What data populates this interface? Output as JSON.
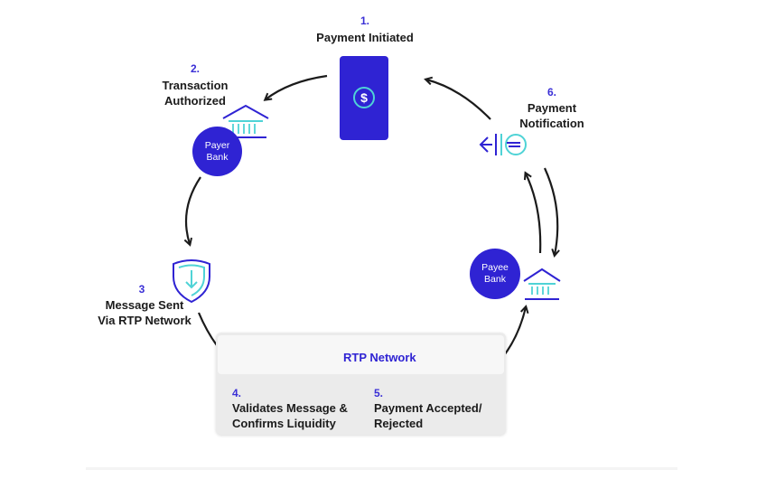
{
  "steps": {
    "s1": {
      "num": "1.",
      "label": "Payment Initiated"
    },
    "s2": {
      "num": "2.",
      "label_line1": "Transaction",
      "label_line2": "Authorized"
    },
    "s3": {
      "num": "3",
      "label_line1": "Message Sent",
      "label_line2": "Via RTP Network"
    },
    "s4": {
      "num": "4.",
      "label_line1": "Validates Message &",
      "label_line2": "Confirms Liquidity"
    },
    "s5": {
      "num": "5.",
      "label_line1": "Payment Accepted/",
      "label_line2": "Rejected"
    },
    "s6": {
      "num": "6.",
      "label_line1": "Payment",
      "label_line2": "Notification"
    }
  },
  "payer_bank": {
    "line1": "Payer",
    "line2": "Bank"
  },
  "payee_bank": {
    "line1": "Payee",
    "line2": "Bank"
  },
  "rtp_network": {
    "title": "RTP Network"
  },
  "icons": {
    "phone": "phone-dollar-icon",
    "payer_bank": "bank-icon",
    "shield": "shield-arrow-icon",
    "network": "globe-network-icon",
    "payee_bank": "bank-icon",
    "notification": "notification-arrow-icon"
  },
  "colors": {
    "primary": "#2f23d3",
    "accent": "#4fd3d6",
    "arrow": "#1b1b1b",
    "box": "#ebebeb"
  }
}
